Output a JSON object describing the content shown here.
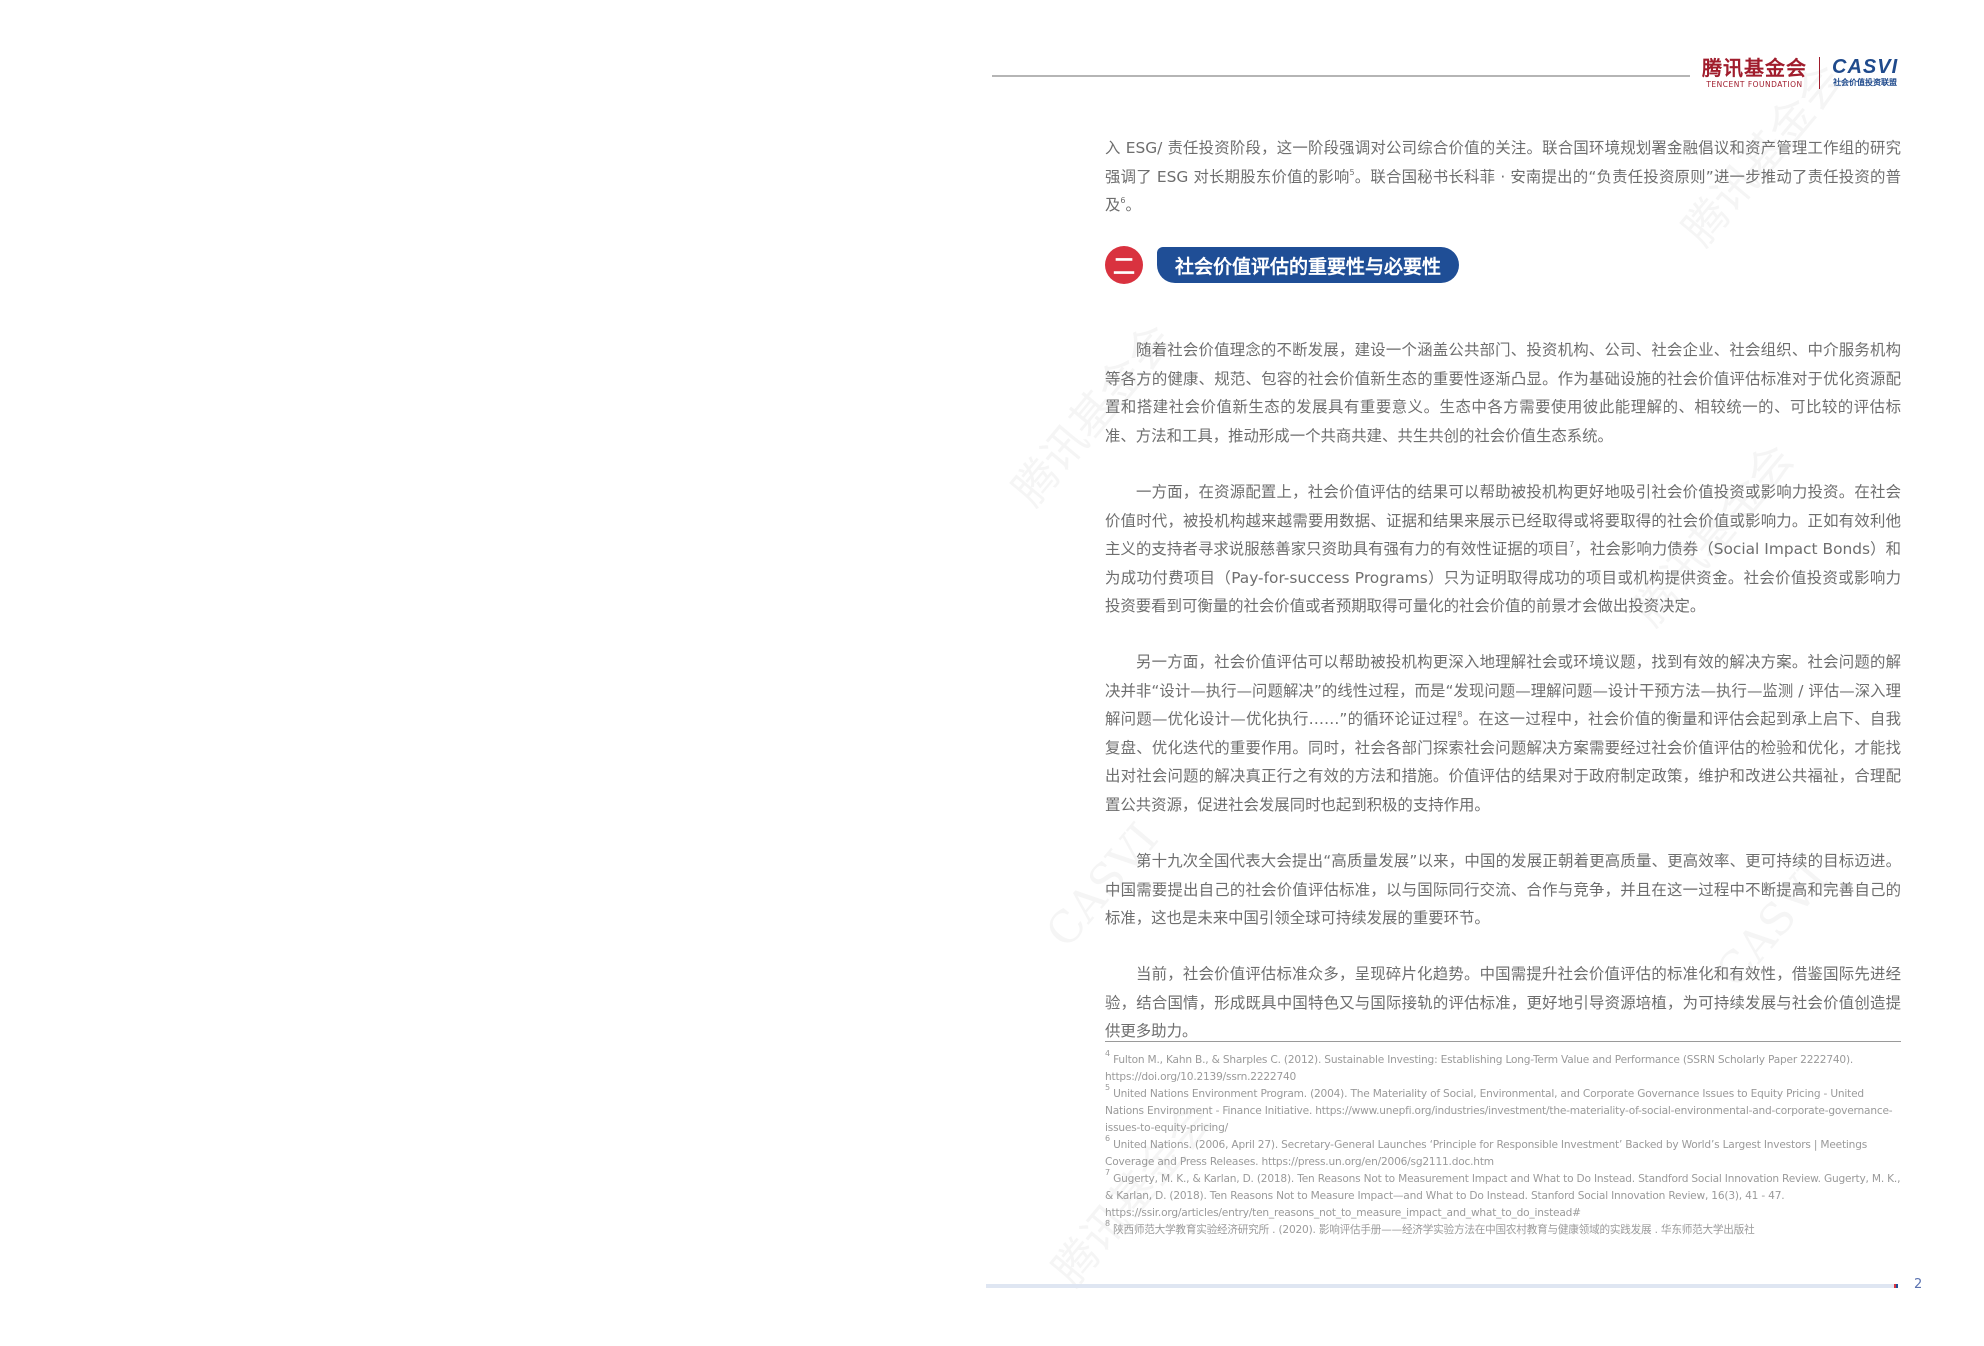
{
  "header": {
    "logo_tencent_cn": "腾讯基金会",
    "logo_tencent_en": "TENCENT FOUNDATION",
    "logo_casvi_en": "CASVI",
    "logo_casvi_cn": "社会价值投资联盟"
  },
  "intro": {
    "text_before_5": "入 ESG/ 责任投资阶段，这一阶段强调对公司综合价值的关注。联合国环境规划署金融倡议和资产管理工作组的研究强调了 ESG 对长期股东价值的影响",
    "ref_5": "5",
    "text_mid": "。联合国秘书长科菲 · 安南提出的“负责任投资原则”进一步推动了责任投资的普及",
    "ref_6": "6",
    "text_end": "。"
  },
  "section": {
    "number": "二",
    "title": "社会价值评估的重要性与必要性"
  },
  "paragraphs": {
    "p1": "随着社会价值理念的不断发展，建设一个涵盖公共部门、投资机构、公司、社会企业、社会组织、中介服务机构等各方的健康、规范、包容的社会价值新生态的重要性逐渐凸显。作为基础设施的社会价值评估标准对于优化资源配置和搭建社会价值新生态的发展具有重要意义。生态中各方需要使用彼此能理解的、相较统一的、可比较的评估标准、方法和工具，推动形成一个共商共建、共生共创的社会价值生态系统。",
    "p2_a": "一方面，在资源配置上，社会价值评估的结果可以帮助被投机构更好地吸引社会价值投资或影响力投资。在社会价值时代，被投机构越来越需要用数据、证据和结果来展示已经取得或将要取得的社会价值或影响力。正如有效利他主义的支持者寻求说服慈善家只资助具有强有力的有效性证据的项目",
    "p2_ref": "7",
    "p2_b": "，社会影响力债券（Social Impact Bonds）和为成功付费项目（Pay-for-success Programs）只为证明取得成功的项目或机构提供资金。社会价值投资或影响力投资要看到可衡量的社会价值或者预期取得可量化的社会价值的前景才会做出投资决定。",
    "p3_a": "另一方面，社会价值评估可以帮助被投机构更深入地理解社会或环境议题，找到有效的解决方案。社会问题的解决并非“设计—执行—问题解决”的线性过程，而是“发现问题—理解问题—设计干预方法—执行—监测 / 评估—深入理解问题—优化设计—优化执行……”的循环论证过程",
    "p3_ref": "8",
    "p3_b": "。在这一过程中，社会价值的衡量和评估会起到承上启下、自我复盘、优化迭代的重要作用。同时，社会各部门探索社会问题解决方案需要经过社会价值评估的检验和优化，才能找出对社会问题的解决真正行之有效的方法和措施。价值评估的结果对于政府制定政策，维护和改进公共福祉，合理配置公共资源，促进社会发展同时也起到积极的支持作用。",
    "p4": "第十九次全国代表大会提出“高质量发展”以来，中国的发展正朝着更高质量、更高效率、更可持续的目标迈进。中国需要提出自己的社会价值评估标准，以与国际同行交流、合作与竞争，并且在这一过程中不断提高和完善自己的标准，这也是未来中国引领全球可持续发展的重要环节。",
    "p5": "当前，社会价值评估标准众多，呈现碎片化趋势。中国需提升社会价值评估的标准化和有效性，借鉴国际先进经验，结合国情，形成既具中国特色又与国际接轨的评估标准，更好地引导资源培植，为可持续发展与社会价值创造提供更多助力。"
  },
  "footnotes": [
    {
      "num": "4",
      "text": "Fulton M., Kahn B., & Sharples C. (2012). Sustainable Investing: Establishing Long-Term Value and Performance (SSRN Scholarly Paper 2222740). https://doi.org/10.2139/ssrn.2222740"
    },
    {
      "num": "5",
      "text": "United Nations Environment Program. (2004). The Materiality of Social, Environmental, and Corporate Governance Issues to Equity Pricing - United Nations Environment - Finance Initiative. https://www.unepfi.org/industries/investment/the-materiality-of-social-environmental-and-corporate-governance-issues-to-equity-pricing/"
    },
    {
      "num": "6",
      "text": "United Nations. (2006, April 27). Secretary-General Launches ‘Principle for Responsible Investment’ Backed by World’s Largest Investors | Meetings Coverage and Press Releases. https://press.un.org/en/2006/sg2111.doc.htm"
    },
    {
      "num": "7",
      "text": "Gugerty, M. K., & Karlan, D. (2018). Ten Reasons Not to Measurement Impact and What to Do Instead. Standford Social Innovation Review. Gugerty, M. K., & Karlan, D. (2018). Ten Reasons Not to Measure Impact—and What to Do Instead. Stanford Social Innovation Review, 16(3), 41 - 47. https://ssir.org/articles/entry/ten_reasons_not_to_measure_impact_and_what_to_do_instead#"
    },
    {
      "num": "8",
      "text": "陕西师范大学教育实验经济研究所 . (2020). 影响评估手册——经济学实验方法在中国农村教育与健康领域的实践发展 . 华东师范大学出版社"
    }
  ],
  "footer": {
    "page_number": "2"
  },
  "colors": {
    "accent_red": "#d9323f",
    "accent_blue": "#1f4e96",
    "tencent_red": "#a01c2c",
    "body_text": "#6e6e6e"
  }
}
